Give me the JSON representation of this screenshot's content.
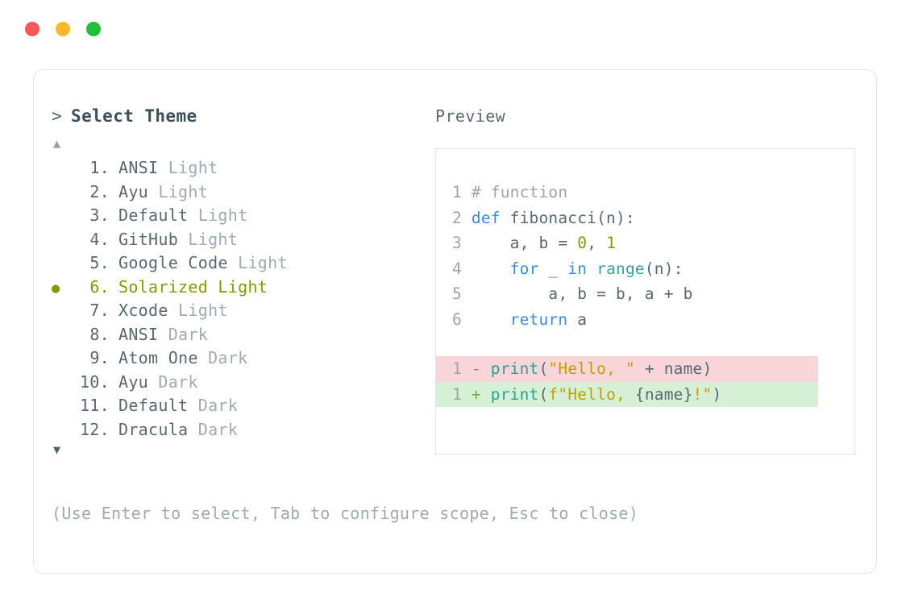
{
  "window": {
    "traffic_lights": [
      {
        "name": "close-button",
        "color": "#f8585a"
      },
      {
        "name": "minimize-button",
        "color": "#f7b92b"
      },
      {
        "name": "maximize-button",
        "color": "#22bf3a"
      }
    ]
  },
  "picker": {
    "prompt_caret": ">",
    "title": "Select Theme",
    "scroll_up_glyph": "▲",
    "scroll_down_glyph": "▼",
    "selected_bullet": "●",
    "selected_index": 6,
    "accent_color": "#859900",
    "items": [
      {
        "number": "1.",
        "name": "ANSI",
        "variant": "Light",
        "selected": false
      },
      {
        "number": "2.",
        "name": "Ayu",
        "variant": "Light",
        "selected": false
      },
      {
        "number": "3.",
        "name": "Default",
        "variant": "Light",
        "selected": false
      },
      {
        "number": "4.",
        "name": "GitHub",
        "variant": "Light",
        "selected": false
      },
      {
        "number": "5.",
        "name": "Google Code",
        "variant": "Light",
        "selected": false
      },
      {
        "number": "6.",
        "name": "Solarized",
        "variant": "Light",
        "selected": true
      },
      {
        "number": "7.",
        "name": "Xcode",
        "variant": "Light",
        "selected": false
      },
      {
        "number": "8.",
        "name": "ANSI",
        "variant": "Dark",
        "selected": false
      },
      {
        "number": "9.",
        "name": "Atom One",
        "variant": "Dark",
        "selected": false
      },
      {
        "number": "10.",
        "name": "Ayu",
        "variant": "Dark",
        "selected": false
      },
      {
        "number": "11.",
        "name": "Default",
        "variant": "Dark",
        "selected": false
      },
      {
        "number": "12.",
        "name": "Dracula",
        "variant": "Dark",
        "selected": false
      }
    ],
    "hint": "(Use Enter to select, Tab to configure scope, Esc to close)"
  },
  "preview": {
    "label": "Preview",
    "code_lines": [
      {
        "gutter": "1",
        "tokens": [
          {
            "t": "# function",
            "c": "comment"
          }
        ]
      },
      {
        "gutter": "2",
        "tokens": [
          {
            "t": "def",
            "c": "kw"
          },
          {
            "t": " fibonacci(n):",
            "c": "fn"
          }
        ]
      },
      {
        "gutter": "3",
        "tokens": [
          {
            "t": "    a, b = ",
            "c": "plain"
          },
          {
            "t": "0",
            "c": "num"
          },
          {
            "t": ", ",
            "c": "plain"
          },
          {
            "t": "1",
            "c": "num"
          }
        ]
      },
      {
        "gutter": "4",
        "tokens": [
          {
            "t": "    ",
            "c": "plain"
          },
          {
            "t": "for",
            "c": "kw"
          },
          {
            "t": " _ ",
            "c": "plain"
          },
          {
            "t": "in",
            "c": "kw"
          },
          {
            "t": " ",
            "c": "plain"
          },
          {
            "t": "range",
            "c": "builtin"
          },
          {
            "t": "(n):",
            "c": "plain"
          }
        ]
      },
      {
        "gutter": "5",
        "tokens": [
          {
            "t": "        a, b = b, a + b",
            "c": "plain"
          }
        ]
      },
      {
        "gutter": "6",
        "tokens": [
          {
            "t": "    ",
            "c": "plain"
          },
          {
            "t": "return",
            "c": "kw"
          },
          {
            "t": " a",
            "c": "plain"
          }
        ]
      }
    ],
    "diff_lines": [
      {
        "kind": "delete",
        "gutter": "1",
        "sign": "-",
        "bg": "#f8d5d8",
        "tokens": [
          {
            "t": "print",
            "c": "teal"
          },
          {
            "t": "(",
            "c": "plain"
          },
          {
            "t": "\"Hello, \"",
            "c": "str"
          },
          {
            "t": " + name)",
            "c": "plain"
          }
        ]
      },
      {
        "kind": "add",
        "gutter": "1",
        "sign": "+",
        "bg": "#d6f0d6",
        "tokens": [
          {
            "t": "print",
            "c": "teal"
          },
          {
            "t": "(",
            "c": "plain"
          },
          {
            "t": "f\"Hello, ",
            "c": "str"
          },
          {
            "t": "{name}",
            "c": "plain"
          },
          {
            "t": "!\"",
            "c": "str"
          },
          {
            "t": ")",
            "c": "plain"
          }
        ]
      }
    ]
  }
}
